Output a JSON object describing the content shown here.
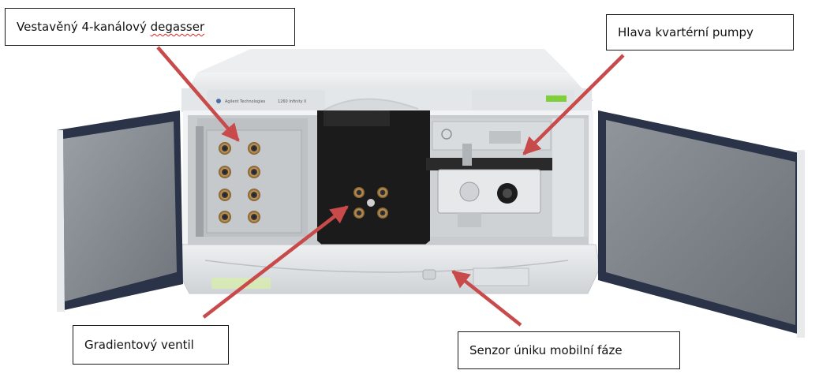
{
  "annotations": {
    "degasser": {
      "prefix": "Vestavěný 4-kanálový",
      "suffix": "degasser"
    },
    "pump_head": "Hlava kvartérní pumpy",
    "gradient_valve": "Gradientový ventil",
    "leak_sensor": "Senzor úniku mobilní fáze"
  },
  "device_labels": {
    "brand": "Agilent Technologies",
    "model": "1260 Infinity II"
  },
  "colors": {
    "arrow": "#c94a4a",
    "box_border": "#1a1a1a",
    "chassis": "#e6e8ea",
    "door_frame": "#2a3347",
    "valve_block": "#1b1b1b",
    "status_led": "#7fcf3a"
  }
}
